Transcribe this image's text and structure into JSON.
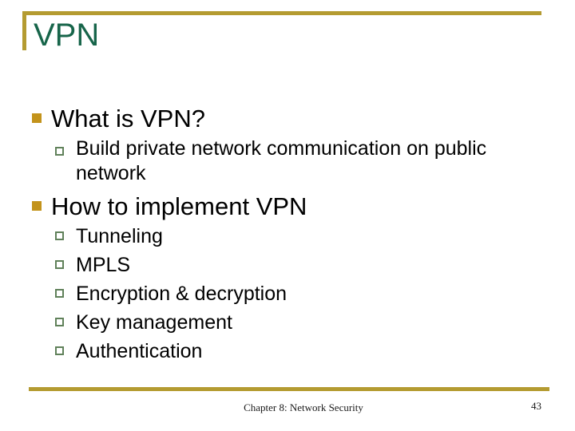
{
  "slide": {
    "title": "VPN",
    "bullets": [
      {
        "label": "What is VPN?",
        "children": [
          "Build private network communication on public network"
        ]
      },
      {
        "label": "How to implement VPN",
        "children": [
          "Tunneling",
          "MPLS",
          "Encryption & decryption",
          "Key management",
          "Authentication"
        ]
      }
    ],
    "footer": {
      "text": "Chapter 8: Network Security",
      "page_number": "43"
    },
    "colors": {
      "accent_gold_rule": "#B49B31",
      "bullet_gold": "#C3931B",
      "title_green": "#17654A",
      "sub_bullet_outline_green": "#60815A",
      "body_text": "#000000",
      "background": "#FFFFFF"
    }
  }
}
